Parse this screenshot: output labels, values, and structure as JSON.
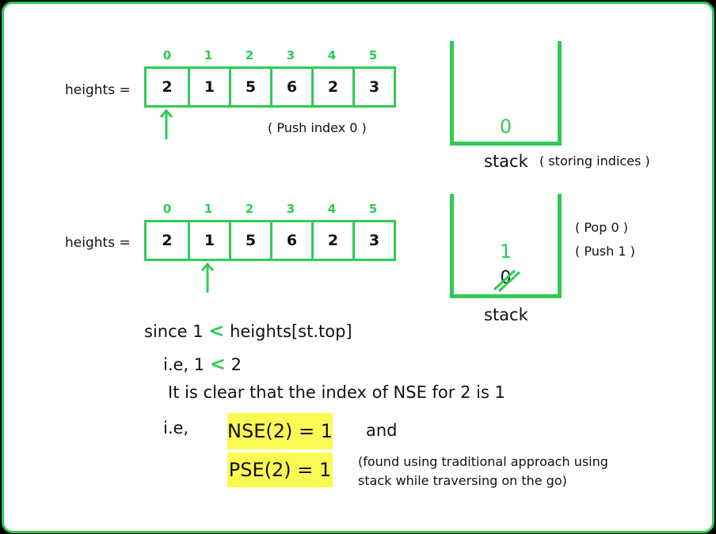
{
  "diagram": {
    "row1": {
      "label": "heights =",
      "indices": [
        "0",
        "1",
        "2",
        "3",
        "4",
        "5"
      ],
      "values": [
        "2",
        "1",
        "5",
        "6",
        "2",
        "3"
      ],
      "note": "( Push index 0 )"
    },
    "row2": {
      "label": "heights =",
      "indices": [
        "0",
        "1",
        "2",
        "3",
        "4",
        "5"
      ],
      "values": [
        "2",
        "1",
        "5",
        "6",
        "2",
        "3"
      ]
    },
    "stack1": {
      "content": "0",
      "label": "stack",
      "note": "( storing indices )"
    },
    "stack2": {
      "top": "1",
      "popped": "0",
      "label": "stack",
      "note_pop": "( Pop 0 )",
      "note_push": "( Push 1 )"
    },
    "text": {
      "since_pre": "since 1",
      "since_lt": "<",
      "since_post": "heights[st.top]",
      "ie1_pre": "i.e, 1",
      "ie1_lt": "<",
      "ie1_post": "2",
      "clear": "It is clear that the index of NSE for 2 is 1",
      "ie2": "i.e,",
      "nse": "NSE(2) = 1",
      "and": "and",
      "pse": "PSE(2) = 1",
      "found_line1": "(found using traditional approach using",
      "found_line2": "stack while traversing on the go)"
    }
  }
}
